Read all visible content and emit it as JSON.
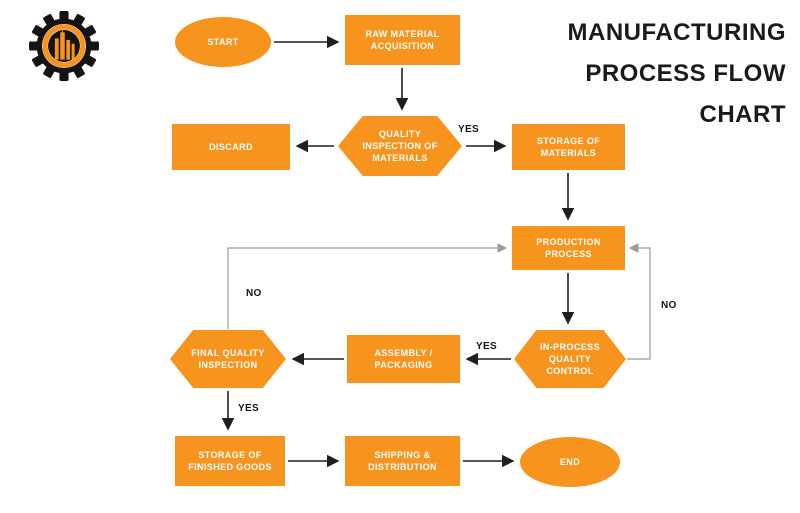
{
  "title": {
    "line1": "MANUFACTURING",
    "line2": "PROCESS FLOW",
    "line3": "CHART"
  },
  "colors": {
    "node_fill": "#F6941E",
    "node_text": "#FFFFFF",
    "title_text": "#1A1A1A",
    "arrow": "#1F1F1F",
    "loop": "#9B9B9B",
    "label_text": "#141414"
  },
  "logo": {
    "icon": "gear-city-logo"
  },
  "nodes": {
    "start": {
      "type": "ellipse",
      "label": "START"
    },
    "raw_material": {
      "type": "rect",
      "label": "RAW MATERIAL ACQUISITION"
    },
    "quality_inspection": {
      "type": "hexagon",
      "label": "QUALITY INSPECTION OF MATERIALS"
    },
    "discard": {
      "type": "rect",
      "label": "DISCARD"
    },
    "storage_materials": {
      "type": "rect",
      "label": "STORAGE OF MATERIALS"
    },
    "production": {
      "type": "rect",
      "label": "PRODUCTION PROCESS"
    },
    "in_process_qc": {
      "type": "hexagon",
      "label": "IN-PROCESS QUALITY CONTROL"
    },
    "assembly": {
      "type": "rect",
      "label": "ASSEMBLY / PACKAGING"
    },
    "final_inspection": {
      "type": "hexagon",
      "label": "FINAL QUALITY INSPECTION"
    },
    "storage_finished": {
      "type": "rect",
      "label": "STORAGE OF FINISHED GOODS"
    },
    "shipping": {
      "type": "rect",
      "label": "SHIPPING & DISTRIBUTION"
    },
    "end": {
      "type": "ellipse",
      "label": "END"
    }
  },
  "edges": [
    {
      "from": "START",
      "to": "RAW MATERIAL ACQUISITION",
      "label": ""
    },
    {
      "from": "RAW MATERIAL ACQUISITION",
      "to": "QUALITY INSPECTION OF MATERIALS",
      "label": ""
    },
    {
      "from": "QUALITY INSPECTION OF MATERIALS",
      "to": "DISCARD",
      "label": ""
    },
    {
      "from": "QUALITY INSPECTION OF MATERIALS",
      "to": "STORAGE OF MATERIALS",
      "label": "YES"
    },
    {
      "from": "STORAGE OF MATERIALS",
      "to": "PRODUCTION PROCESS",
      "label": ""
    },
    {
      "from": "PRODUCTION PROCESS",
      "to": "IN-PROCESS QUALITY CONTROL",
      "label": ""
    },
    {
      "from": "IN-PROCESS QUALITY CONTROL",
      "to": "ASSEMBLY / PACKAGING",
      "label": "YES"
    },
    {
      "from": "IN-PROCESS QUALITY CONTROL",
      "to": "PRODUCTION PROCESS",
      "label": "NO"
    },
    {
      "from": "ASSEMBLY / PACKAGING",
      "to": "FINAL QUALITY INSPECTION",
      "label": ""
    },
    {
      "from": "FINAL QUALITY INSPECTION",
      "to": "STORAGE OF FINISHED GOODS",
      "label": "YES"
    },
    {
      "from": "FINAL QUALITY INSPECTION",
      "to": "PRODUCTION PROCESS",
      "label": "NO"
    },
    {
      "from": "STORAGE OF FINISHED GOODS",
      "to": "SHIPPING & DISTRIBUTION",
      "label": ""
    },
    {
      "from": "SHIPPING & DISTRIBUTION",
      "to": "END",
      "label": ""
    }
  ]
}
